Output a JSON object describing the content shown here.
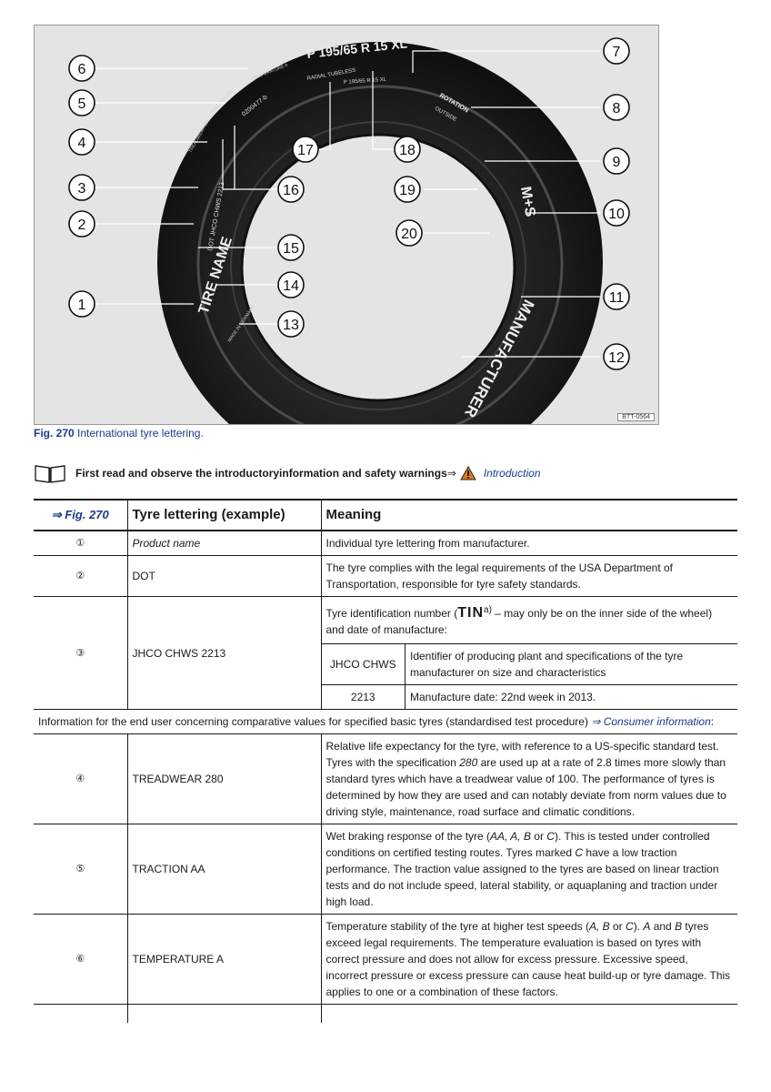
{
  "figure": {
    "id_label": "BTT-0564",
    "tyre_text": {
      "size": "P 195/65 R 15 XL",
      "size_small": "P 195/65 R 15 XL",
      "radial": "RADIAL TUBELESS",
      "rotation": "ROTATION",
      "outside": "OUTSIDE",
      "ms": "M+S",
      "manufacturer": "MANUFACTURER",
      "tire_name": "TIRE NAME",
      "dot": "DOT JHCO CHWS 2213",
      "code": "0200477-b",
      "treadwear": "TREADWEAR 280",
      "traction": "TRACTION AA",
      "temperature": "TEMPERATURE A",
      "made_in": "MADE IN GERMANY"
    },
    "callouts": [
      "1",
      "2",
      "3",
      "4",
      "5",
      "6",
      "7",
      "8",
      "9",
      "10",
      "11",
      "12",
      "13",
      "14",
      "15",
      "16",
      "17",
      "18",
      "19",
      "20"
    ]
  },
  "caption": {
    "label": "Fig. 270",
    "text": "International tyre lettering."
  },
  "notice": {
    "text": "First read and observe the introductoryinformation and safety warnings",
    "arrow": "⇒",
    "link": "Introduction"
  },
  "table": {
    "headers": {
      "ref": "⇒ Fig. 270",
      "lettering": "Tyre lettering (example)",
      "meaning": "Meaning"
    },
    "rows": [
      {
        "num": "①",
        "example": "Product name",
        "meaning": "Individual tyre lettering from manufacturer."
      },
      {
        "num": "②",
        "example": "DOT",
        "meaning": "The tyre complies with the legal requirements of the USA Department of Transportation, responsible for tyre safety standards."
      },
      {
        "num": "③",
        "example": "JHCO CHWS 2213",
        "meaning_pre": "Tyre identification number (",
        "tin": "TIN",
        "tin_sup": "a)",
        "meaning_post": " – may only be on the inner side of the wheel) and date of manufacture:",
        "sub": [
          {
            "code": "JHCO CHWS",
            "text": "Identifier of producing plant and specifications of the tyre manufacturer on size and characteristics"
          },
          {
            "code": "2213",
            "text": "Manufacture date: 22nd week in 2013."
          }
        ]
      }
    ],
    "info_row": {
      "text": "Information for the end user concerning comparative values for specified basic tyres (standardised test procedure) ",
      "arrow": "⇒",
      "link": "Consumer information",
      "tail": ":"
    },
    "rows2": [
      {
        "num": "④",
        "example": "TREADWEAR 280",
        "m1": "Relative life expectancy for the tyre, with reference to a US-specific standard test. Tyres with the specification ",
        "m_i": "280",
        "m2": " are used up at a rate of 2.8 times more slowly than standard tyres which have a treadwear value of 100. The performance of tyres is determined by how they are used and can notably deviate from norm values due to driving style, maintenance, road surface and climatic conditions."
      },
      {
        "num": "⑤",
        "example": "TRACTION AA",
        "m1": "Wet braking response of the tyre (",
        "m_i": "AA, A, B",
        "m2": " or ",
        "m_i2": "C",
        "m3": "). This is tested under controlled conditions on certified testing routes. Tyres marked ",
        "m_i3": "C",
        "m4": " have a low traction performance. The traction value assigned to the tyres are based on linear traction tests and do not include speed, lateral stability, or aquaplaning and traction under high load."
      },
      {
        "num": "⑥",
        "example": "TEMPERATURE A",
        "m1": "Temperature stability of the tyre at higher test speeds (",
        "m_i": "A, B",
        "m2": " or ",
        "m_i2": "C",
        "m3": "). ",
        "m_i3": "A",
        "m4": " and ",
        "m_i4": "B",
        "m5": " tyres exceed legal requirements. The temperature evaluation is based on tyres with correct pressure and does not allow for excess pressure. Excessive speed, incorrect pressure or excess pressure can cause heat build-up or tyre damage. This applies to one or a combination of these factors."
      }
    ]
  }
}
